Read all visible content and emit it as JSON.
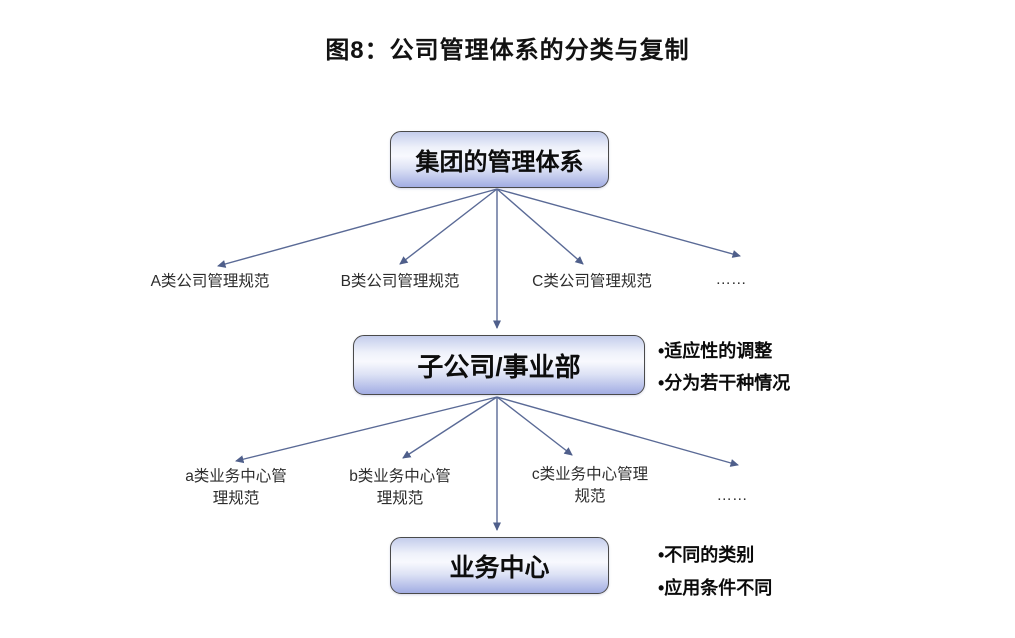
{
  "title": "图8：公司管理体系的分类与复制",
  "tree": {
    "root": {
      "label": "集团的管理体系"
    },
    "level1": {
      "items": [
        {
          "label": "A类公司管理规范"
        },
        {
          "label": "B类公司管理规范"
        },
        {
          "label": "C类公司管理规范"
        },
        {
          "label": "……"
        }
      ]
    },
    "mid": {
      "label": "子公司/事业部"
    },
    "mid_notes": [
      {
        "text": "•适应性的调整"
      },
      {
        "text": "•分为若干种情况"
      }
    ],
    "level2": {
      "items": [
        {
          "line1": "a类业务中心管",
          "line2": "理规范"
        },
        {
          "line1": "b类业务中心管",
          "line2": "理规范"
        },
        {
          "line1": "c类业务中心管理",
          "line2": "规范"
        }
      ],
      "ellipsis": "……"
    },
    "bottom": {
      "label": "业务中心"
    },
    "bottom_notes": [
      {
        "text": "•不同的类别"
      },
      {
        "text": "•应用条件不同"
      }
    ]
  },
  "colors": {
    "arrow": "#5a6a96",
    "arrow_head": "#4f5f8b",
    "box_border": "#4a4a4a",
    "box_fill_top": "#c4cdec",
    "box_fill_light": "#f8f9fe",
    "box_fill_bottom": "#a2ade3",
    "text": "#0d0d0d"
  }
}
